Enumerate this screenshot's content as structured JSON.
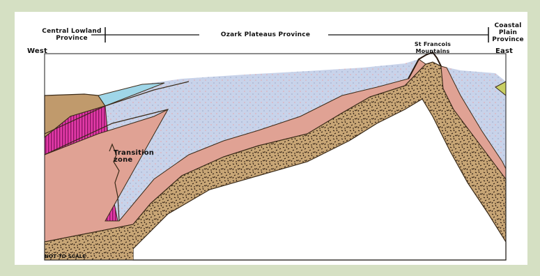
{
  "provinces": {
    "central_lowland": "Central Lowland\nProvince",
    "ozark_plateaus": "Ozark  Plateaus  Province",
    "coastal_plain": "Coastal\nPlain\nProvince"
  },
  "directions": {
    "west": "West",
    "east": "East"
  },
  "features": {
    "st_francois": "St Francois\nMountains",
    "transition_zone": "Transition\nzone"
  },
  "note": "NOT TO SCALE",
  "colors": {
    "page_background": "#d5e0c3",
    "surface_layer": "#c09a6c",
    "carbonate_aquifer": "#c7d3ea",
    "confining_unit": "#e0a294",
    "basal_aquifer": "#c19e70",
    "shale_zone": "#e23aa7",
    "surface_water": "#9fd6e8",
    "coastal_sediment": "#c9cf64"
  }
}
